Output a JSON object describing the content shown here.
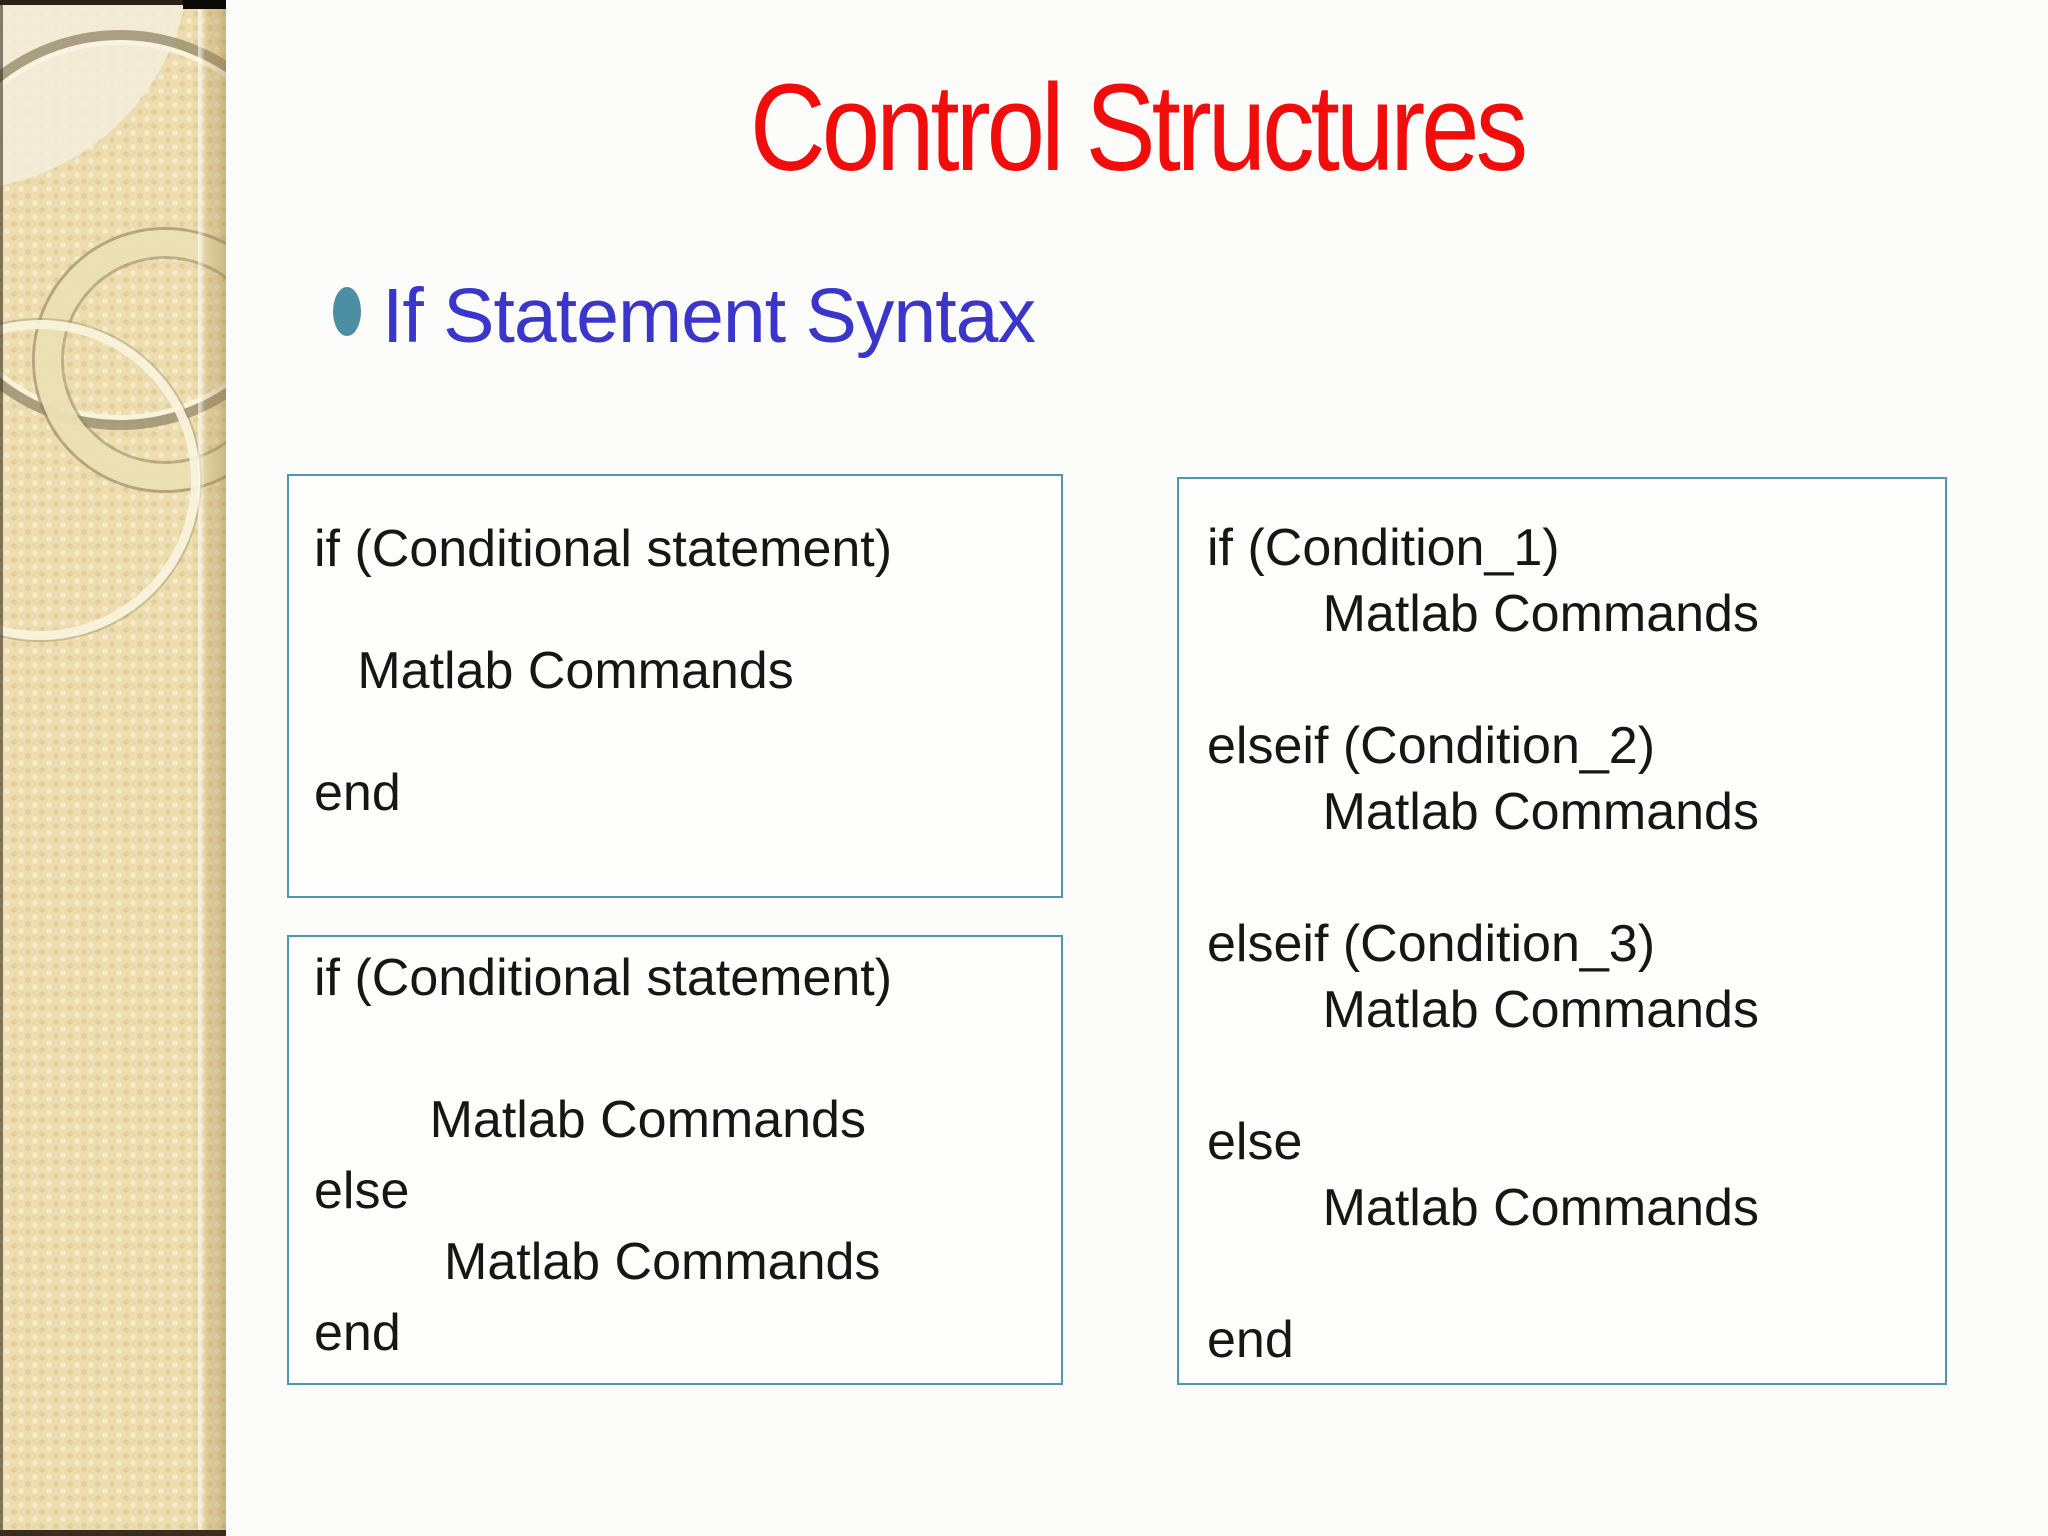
{
  "colors": {
    "title_color": "#f20d0d",
    "bullet_text_color": "#3a35cb",
    "bullet_dot_color": "#4d8fa2",
    "box_border_color": "#4f97b0",
    "code_text_color": "#161616",
    "sidebar_base_color": "#eddcad",
    "slide_bg_color": "#fcfcfa"
  },
  "slide": {
    "title": "Control Structures",
    "bullet_label": "If Statement Syntax"
  },
  "code_boxes": [
    {
      "name": "if-end-syntax",
      "lines": [
        "if (Conditional statement)",
        "",
        "   Matlab Commands",
        "",
        "end"
      ]
    },
    {
      "name": "if-else-end-syntax",
      "lines": [
        "if (Conditional statement)",
        "",
        "        Matlab Commands",
        "else",
        "         Matlab Commands",
        "end"
      ]
    },
    {
      "name": "if-elseif-else-end-syntax",
      "lines": [
        "if (Condition_1)",
        "        Matlab Commands",
        "",
        "elseif (Condition_2)",
        "        Matlab Commands",
        "",
        "elseif (Condition_3)",
        "        Matlab Commands",
        "",
        "else",
        "        Matlab Commands",
        "",
        "end"
      ]
    }
  ]
}
